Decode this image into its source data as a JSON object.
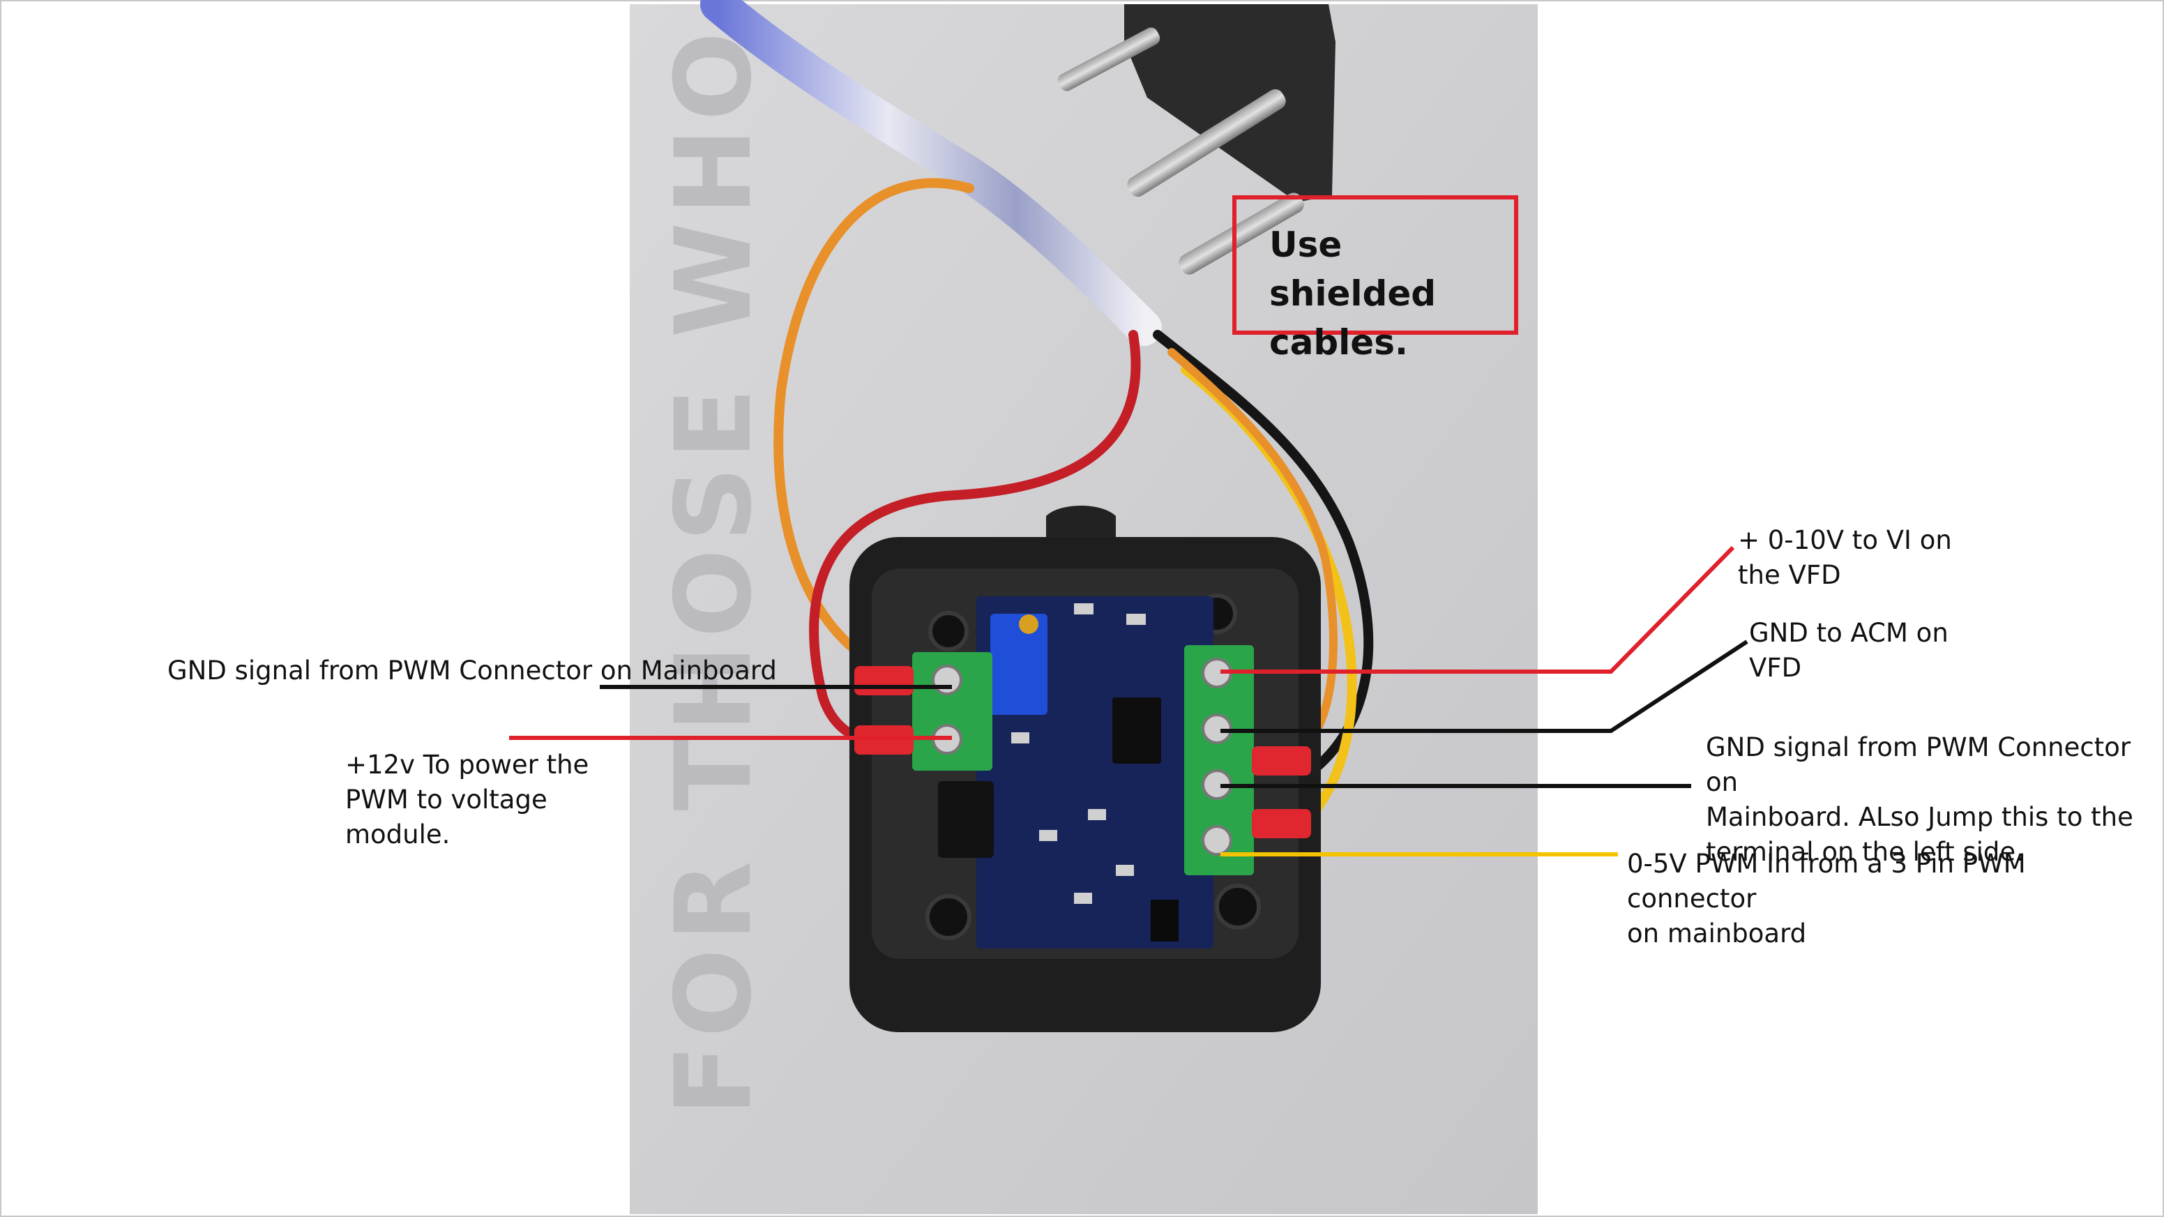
{
  "labels": {
    "shielded_note": "Use shielded\ncables.",
    "gnd_left": "GND signal from PWM Connector on Mainboard",
    "power_12v": "+12v To power the\nPWM to voltage\nmodule.",
    "out_0_10v": "+ 0-10V to VI on\nthe VFD",
    "gnd_acm": "GND to ACM on\nVFD",
    "gnd_right": "GND signal from PWM Connector on\nMainboard. ALso Jump this to the\nterminal on the left side.",
    "pwm_in": "0-5V PWM In from a 3 Pin PWM connector\non mainboard"
  },
  "photo": {
    "background_lettering": "FOR THOSE WHO DARE"
  },
  "colors": {
    "red_wire": "#e0202a",
    "black_wire": "#111111",
    "yellow_wire": "#f5c400",
    "orange_wire": "#e8902a",
    "terminal_green": "#2aa54a",
    "pcb_blue": "#17245a",
    "enclosure": "#1e1e1e"
  }
}
